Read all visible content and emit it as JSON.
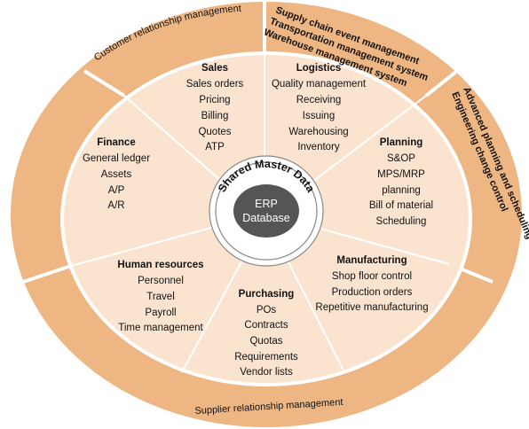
{
  "colors": {
    "outer_ring": "#EDB683",
    "inner_fill": "#FBE4CF",
    "separator": "#ffffff",
    "center_ring": "#ffffff",
    "center_outline": "#888888",
    "db_fill": "#555555",
    "text": "#111111"
  },
  "outer_segments": [
    {
      "id": "crm",
      "label": "Customer relationship management"
    },
    {
      "id": "scm",
      "lines": [
        "Supply chain event management",
        "Transportation management system",
        "Warehouse management system"
      ]
    },
    {
      "id": "aps",
      "lines": [
        "Advanced planning and scheduling",
        "Engineering change control"
      ]
    },
    {
      "id": "srm",
      "label": "Supplier relationship management"
    }
  ],
  "sections": [
    {
      "id": "sales",
      "title": "Sales",
      "items": [
        "Sales orders",
        "Pricing",
        "Billing",
        "Quotes",
        "ATP"
      ]
    },
    {
      "id": "logistics",
      "title": "Logistics",
      "items": [
        "Quality management",
        "Receiving",
        "Issuing",
        "Warehousing",
        "Inventory"
      ]
    },
    {
      "id": "finance",
      "title": "Finance",
      "items": [
        "General ledger",
        "Assets",
        "A/P",
        "A/R"
      ]
    },
    {
      "id": "planning",
      "title": "Planning",
      "items": [
        "S&OP",
        "MPS/MRP",
        "planning",
        "Bill of material",
        "Scheduling"
      ]
    },
    {
      "id": "human-resources",
      "title": "Human resources",
      "items": [
        "Personnel",
        "Travel",
        "Payroll",
        "Time management"
      ]
    },
    {
      "id": "manufacturing",
      "title": "Manufacturing",
      "items": [
        "Shop floor control",
        "Production orders",
        "Repetitive manufacturing"
      ]
    },
    {
      "id": "purchasing",
      "title": "Purchasing",
      "items": [
        "POs",
        "Contracts",
        "Quotas",
        "Requirements",
        "Vendor lists"
      ]
    }
  ],
  "center": {
    "arc_label": "Shared Master Data",
    "db_lines": [
      "ERP",
      "Database"
    ]
  }
}
